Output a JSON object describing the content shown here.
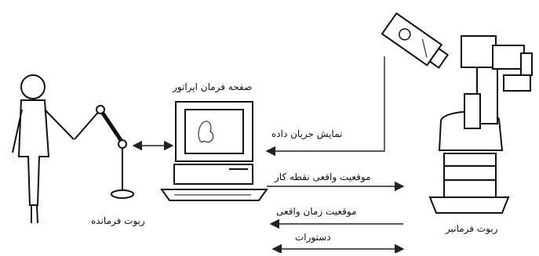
{
  "labels": {
    "operator_screen": "صفحه فرمان اپراتور",
    "master_robot": "ربوت فرمانده",
    "slave_robot": "ربوت فرمانبر",
    "data_stream": "نمایش جریان داده",
    "realtime_task_position": "موقعیت واقعی نقطه کار",
    "realtime_time_position": "موقعیت زمان واقعی",
    "commands": "دستورات"
  }
}
